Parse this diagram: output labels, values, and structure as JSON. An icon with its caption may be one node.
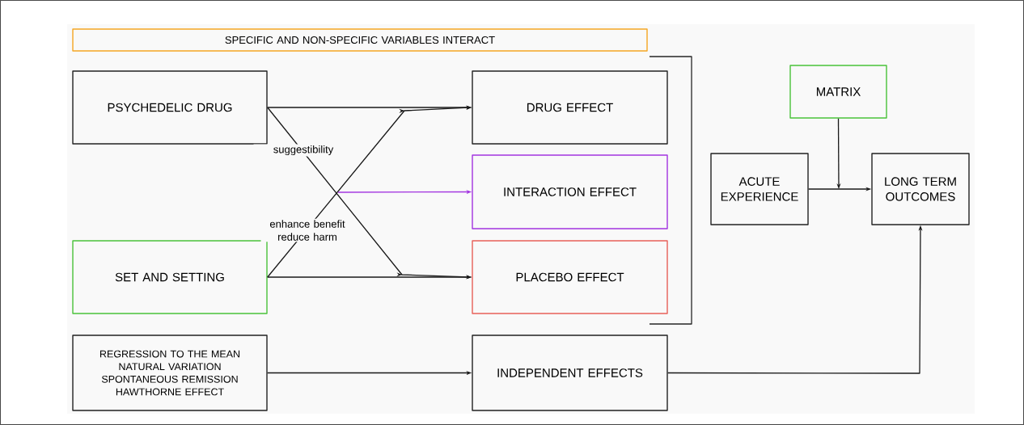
{
  "diagram": {
    "nodes": [
      {
        "text": [
          "SPECIFIC AND NON-SPECIFIC VARIABLES INTERACT"
        ]
      },
      {
        "text": [
          "PSYCHEDELIC DRUG"
        ]
      },
      {
        "text": [
          "SET AND SETTING"
        ]
      },
      {
        "text": [
          "DRUG EFFECT"
        ]
      },
      {
        "text": [
          "INTERACTION EFFECT"
        ]
      },
      {
        "text": [
          "PLACEBO EFFECT"
        ]
      },
      {
        "text": [
          "REGRESSION TO THE MEAN",
          "NATURAL VARIATION",
          "SPONTANEOUS REMISSION",
          "HAWTHORNE EFFECT"
        ]
      },
      {
        "text": [
          "INDEPENDENT EFFECTS"
        ]
      },
      {
        "text": [
          "MATRIX"
        ]
      },
      {
        "text": [
          "ACUTE EXPERIENCE"
        ]
      },
      {
        "text": [
          "LONG TERM OUTCOMES"
        ]
      }
    ],
    "edges": [
      {
        "from": 1,
        "to": 3,
        "arrow": "to"
      },
      {
        "from": 1,
        "to": 5,
        "arrow": "to",
        "label": "suggestibility"
      },
      {
        "from": 2,
        "to": 3,
        "arrow": "to",
        "label": "enhance benefit reduce harm"
      },
      {
        "from": 2,
        "to": 5,
        "arrow": "to"
      },
      {
        "from": null,
        "to": 4,
        "arrow": "to",
        "color": "#a234e0"
      },
      {
        "from": 6,
        "to": 7,
        "arrow": "to"
      },
      {
        "from": 7,
        "to": 10,
        "arrow": "to"
      },
      {
        "from": 9,
        "to": 10,
        "arrow": "to"
      },
      {
        "from": 8,
        "to": null,
        "arrow": "to"
      }
    ]
  }
}
